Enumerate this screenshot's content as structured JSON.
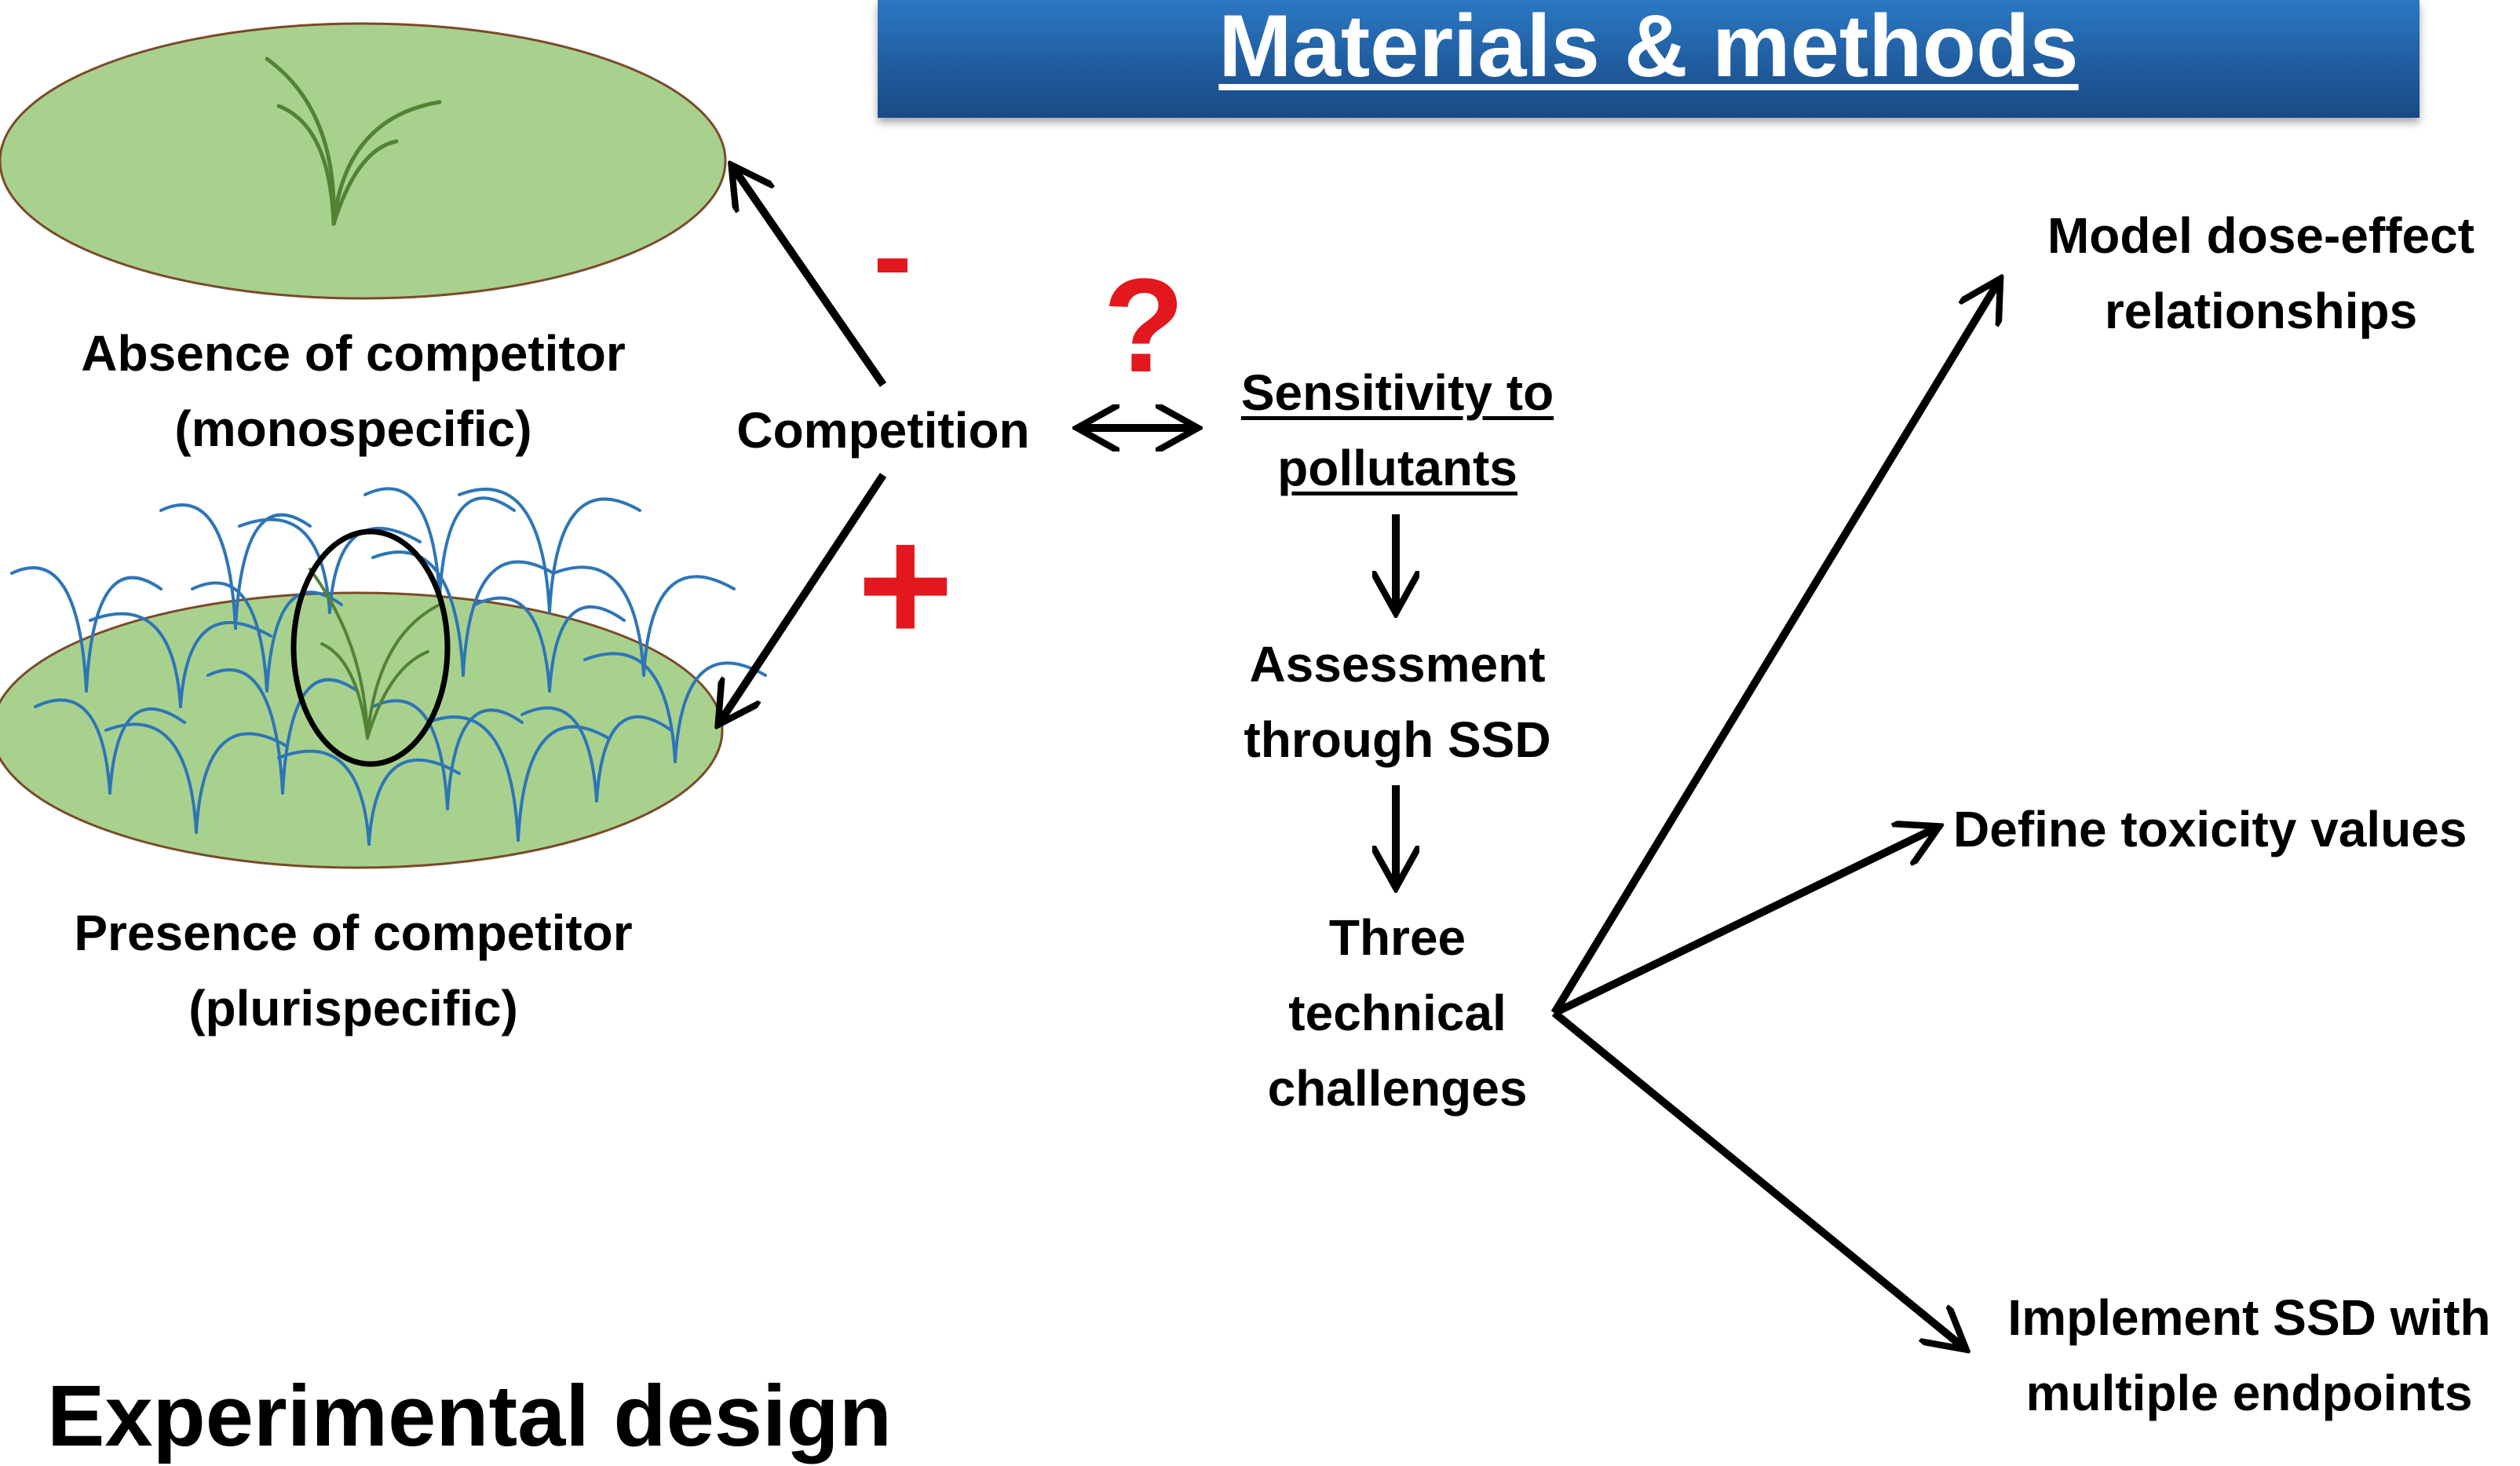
{
  "header": {
    "title": "Materials & methods"
  },
  "left": {
    "absence_line1": "Absence of competitor",
    "absence_line2": "(monospecific)",
    "presence_line1": "Presence of competitor",
    "presence_line2": "(plurispecific)"
  },
  "center": {
    "competition": "Competition",
    "minus_sign": "-",
    "plus_sign": "+",
    "question_mark": "?"
  },
  "flow": {
    "sensitivity_line1": "Sensitivity to",
    "sensitivity_line2": "pollutants",
    "assessment_line1": "Assessment",
    "assessment_line2": "through SSD",
    "challenges_line1": "Three",
    "challenges_line2": "technical",
    "challenges_line3": "challenges"
  },
  "outcomes": {
    "model_line1": "Model dose-effect",
    "model_line2": "relationships",
    "define": "Define toxicity values",
    "implement_line1": "Implement SSD with",
    "implement_line2": "multiple endpoints"
  },
  "footer": {
    "partial_title": "Experimental design"
  },
  "colors": {
    "header_blue": "#2363a8",
    "field_green": "#a9d18e",
    "target_plant": "#548235",
    "competitor_plant": "#2e75b6",
    "sign_red": "#e3171e"
  }
}
